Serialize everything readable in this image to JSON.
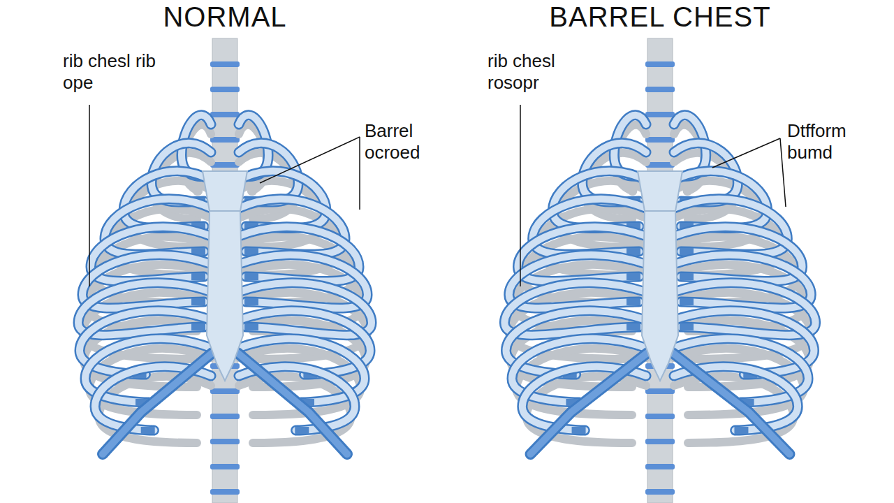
{
  "diagram": {
    "labels": [
      "NORMAL",
      "BARREL CHEST",
      "rib chesl rib ope",
      "Barrel ocroed",
      "rib chesl rosopr",
      "Dtfform bumd"
    ]
  }
}
